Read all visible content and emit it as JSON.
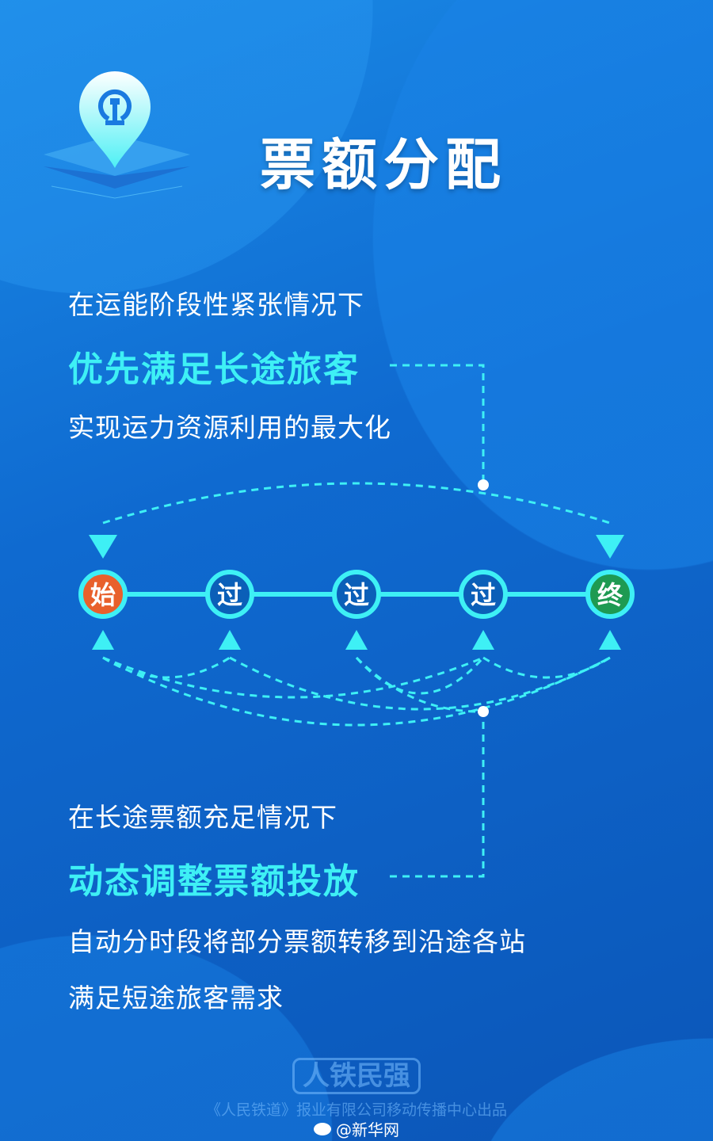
{
  "title": "票额分配",
  "section1": {
    "intro": "在运能阶段性紧张情况下",
    "highlight": "优先满足长途旅客",
    "detail": "实现运力资源利用的最大化"
  },
  "section2": {
    "intro": "在长途票额充足情况下",
    "highlight": "动态调整票额投放",
    "detail1": "自动分时段将部分票额转移到沿途各站",
    "detail2": "满足短途旅客需求"
  },
  "stations": [
    {
      "label": "始",
      "color": "#e8602c"
    },
    {
      "label": "过",
      "color": "#0b5fb8"
    },
    {
      "label": "过",
      "color": "#0b5fb8"
    },
    {
      "label": "过",
      "color": "#0b5fb8"
    },
    {
      "label": "终",
      "color": "#1e9a52"
    }
  ],
  "colors": {
    "accent": "#3ef0f5"
  },
  "footer": {
    "logo": "人铁民强",
    "credit": "《人民铁道》报业有限公司移动传播中心出品",
    "watermark": "@新华网"
  },
  "icons": {
    "logo": "railway-pin-icon",
    "weibo": "weibo-icon"
  }
}
